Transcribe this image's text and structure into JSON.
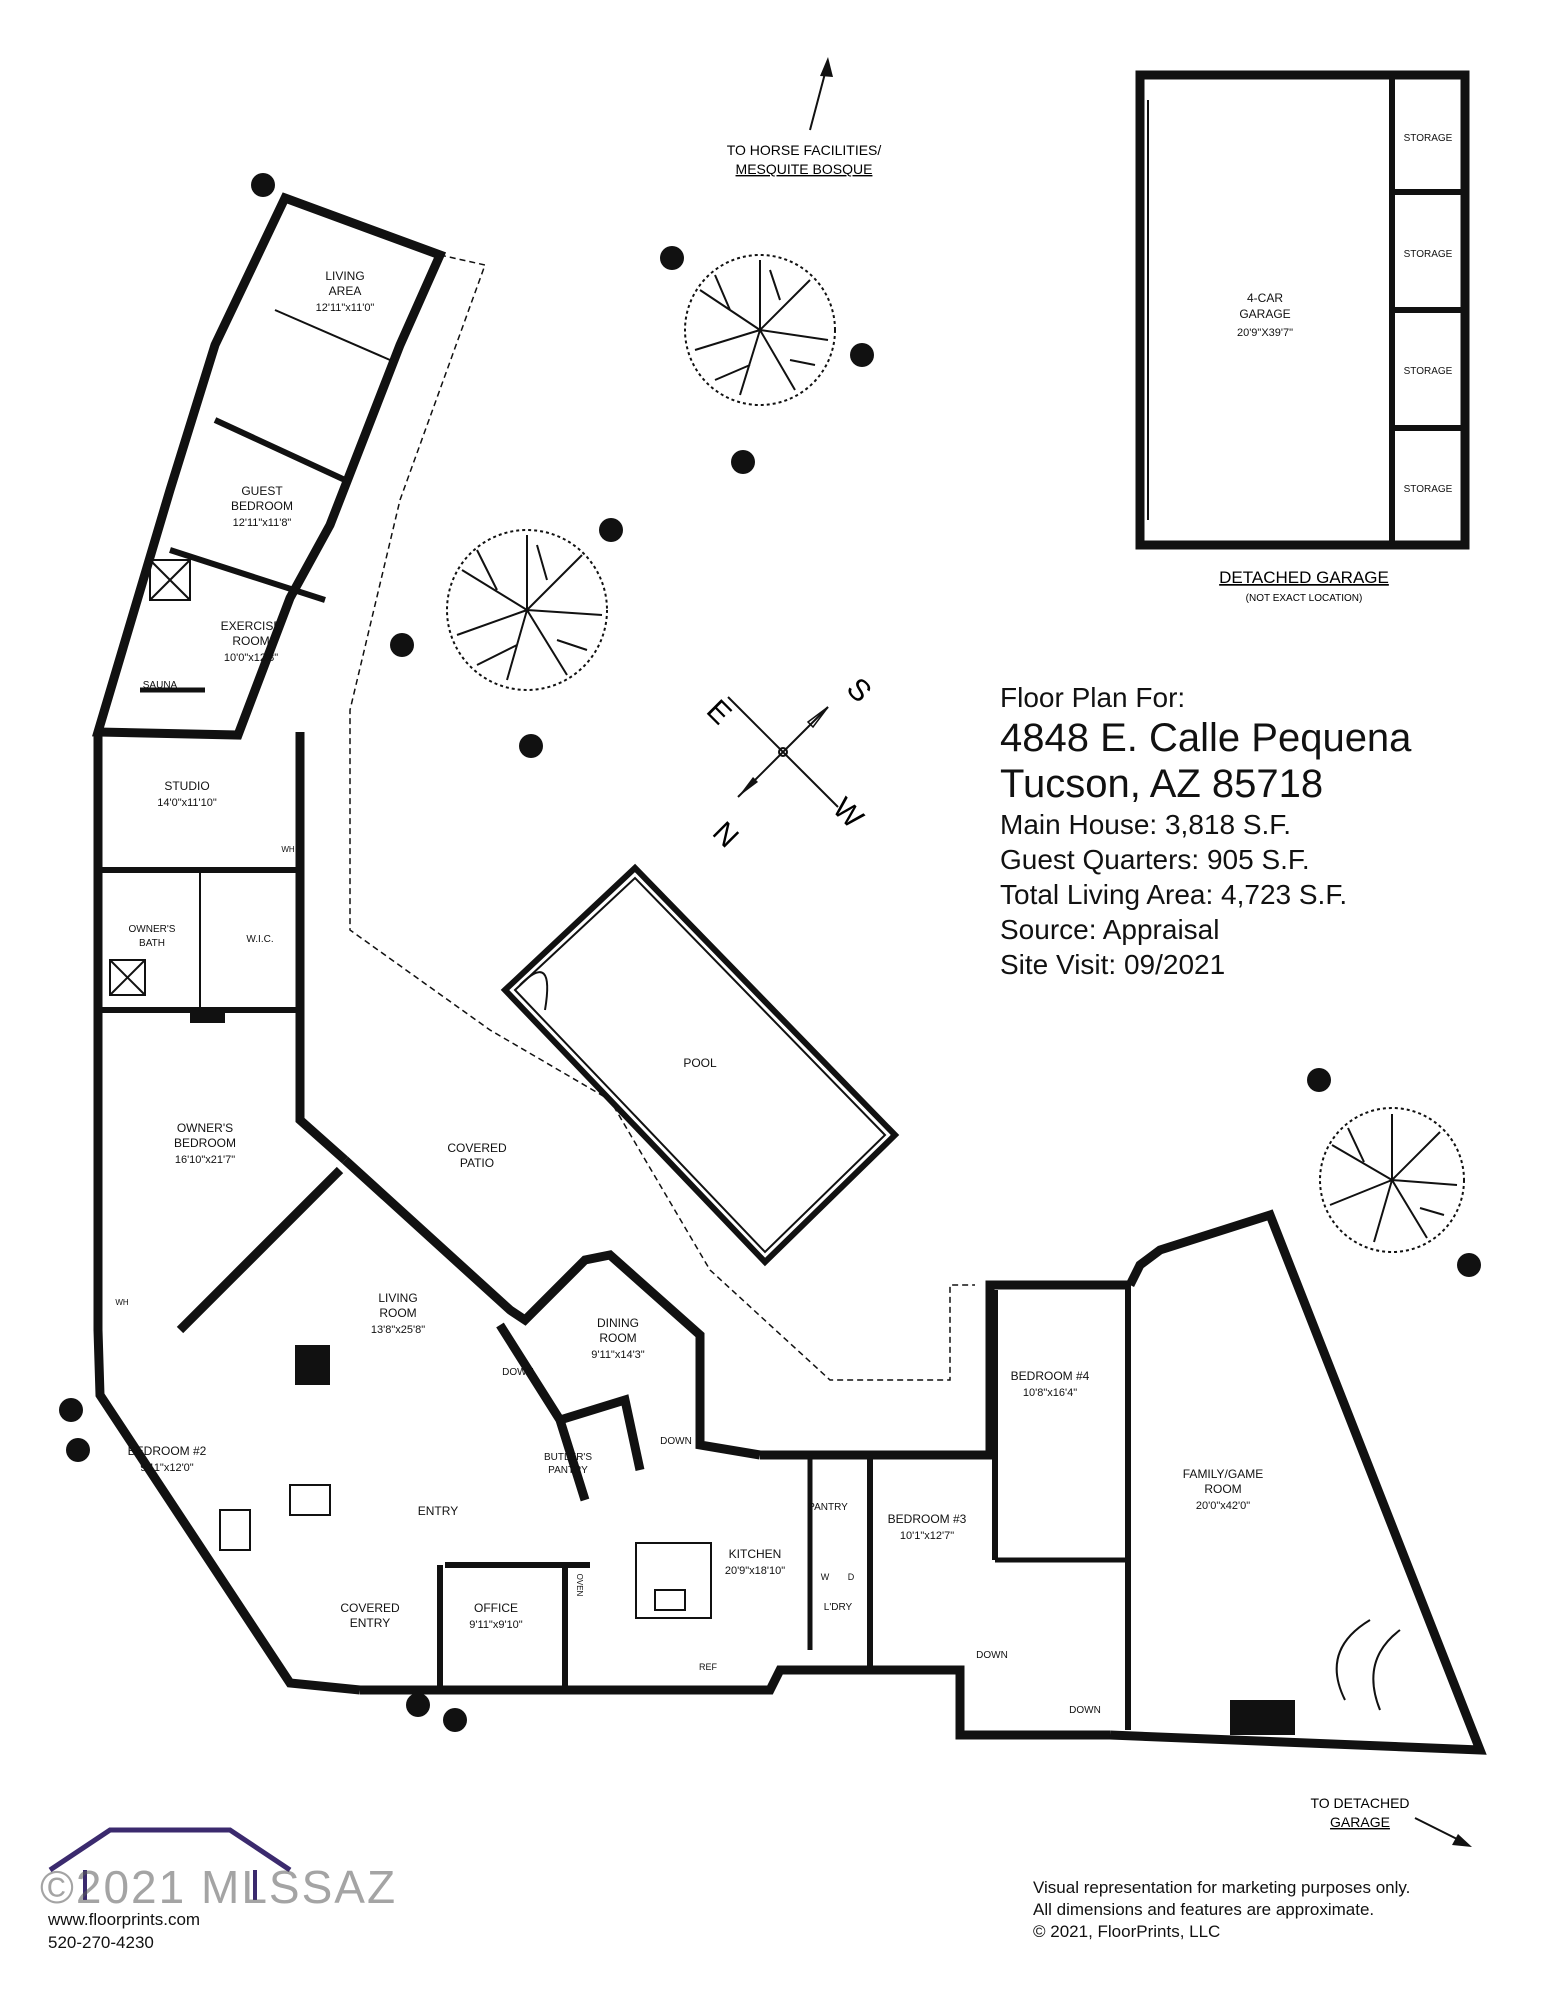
{
  "info": {
    "heading": "Floor Plan For:",
    "address_line1": "4848 E. Calle Pequena",
    "address_line2": "Tucson, AZ  85718",
    "main_house": "Main House:  3,818 S.F.",
    "guest_quarters": "Guest Quarters:  905 S.F.",
    "total_living": "Total Living Area:  4,723 S.F.",
    "source": "Source:  Appraisal",
    "site_visit": "Site Visit:  09/2021"
  },
  "notes": {
    "to_horse_line1": "TO HORSE FACILITIES/",
    "to_horse_line2": "MESQUITE BOSQUE",
    "detached_garage": "DETACHED GARAGE",
    "not_exact": "(NOT EXACT LOCATION)",
    "to_detached_line1": "TO DETACHED",
    "to_detached_line2": "GARAGE"
  },
  "compass": {
    "n": "N",
    "s": "S",
    "e": "E",
    "w": "W"
  },
  "rooms": {
    "living_area": {
      "name1": "LIVING",
      "name2": "AREA",
      "dim": "12'11\"x11'0\""
    },
    "guest_bedroom": {
      "name1": "GUEST",
      "name2": "BEDROOM",
      "dim": "12'11\"x11'8\""
    },
    "exercise_room": {
      "name1": "EXERCISE",
      "name2": "ROOM",
      "dim": "10'0\"x12'8\""
    },
    "sauna": "SAUNA",
    "studio": {
      "name": "STUDIO",
      "dim": "14'0\"x11'10\""
    },
    "owners_bath": {
      "name1": "OWNER'S",
      "name2": "BATH"
    },
    "wic": "W.I.C.",
    "owners_bedroom": {
      "name1": "OWNER'S",
      "name2": "BEDROOM",
      "dim": "16'10\"x21'7\""
    },
    "covered_patio": {
      "name1": "COVERED",
      "name2": "PATIO"
    },
    "pool": "POOL",
    "living_room": {
      "name1": "LIVING",
      "name2": "ROOM",
      "dim": "13'8\"x25'8\""
    },
    "dining_room": {
      "name1": "DINING",
      "name2": "ROOM",
      "dim": "9'11\"x14'3\""
    },
    "butlers_pantry": {
      "name1": "BUTLER'S",
      "name2": "PANTRY"
    },
    "bedroom2": {
      "name": "BEDROOM #2",
      "dim": "9'11\"x12'0\""
    },
    "entry": "ENTRY",
    "covered_entry": {
      "name1": "COVERED",
      "name2": "ENTRY"
    },
    "office": {
      "name": "OFFICE",
      "dim": "9'11\"x9'10\""
    },
    "kitchen": {
      "name": "KITCHEN",
      "dim": "20'9\"x18'10\""
    },
    "pantry": "PANTRY",
    "laundry": "L'DRY",
    "bedroom3": {
      "name": "BEDROOM #3",
      "dim": "10'1\"x12'7\""
    },
    "bedroom4": {
      "name": "BEDROOM #4",
      "dim": "10'8\"x16'4\""
    },
    "family_game": {
      "name1": "FAMILY/GAME",
      "name2": "ROOM",
      "dim": "20'0\"x42'0\""
    },
    "garage": {
      "name1": "4-CAR",
      "name2": "GARAGE",
      "dim": "20'9\"X39'7\""
    },
    "storage": "STORAGE"
  },
  "markers": {
    "wh": "WH",
    "down": "DOWN",
    "oven": "OVEN",
    "ref": "REF",
    "w": "W",
    "d": "D"
  },
  "footer": {
    "disclaimer_line1": "Visual representation for marketing purposes only.",
    "disclaimer_line2": "All dimensions and features are approximate.",
    "copyright": "© 2021, FloorPrints, LLC",
    "website": "www.floorprints.com",
    "phone": "520-270-4230",
    "watermark": "©2021 MLSSAZ"
  }
}
